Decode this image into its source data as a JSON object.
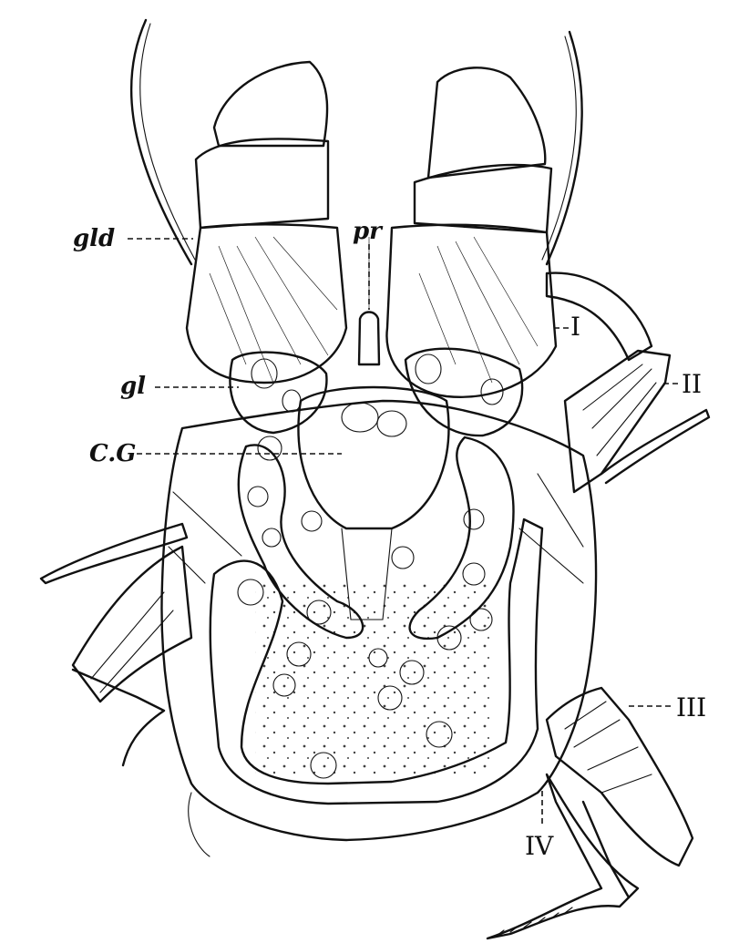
{
  "labels": {
    "gld": "gld",
    "pr": "pr",
    "gl": "gl",
    "cg": "C.G",
    "leg_1": "I",
    "leg_2": "II",
    "leg_3": "III",
    "leg_4": "IV"
  }
}
